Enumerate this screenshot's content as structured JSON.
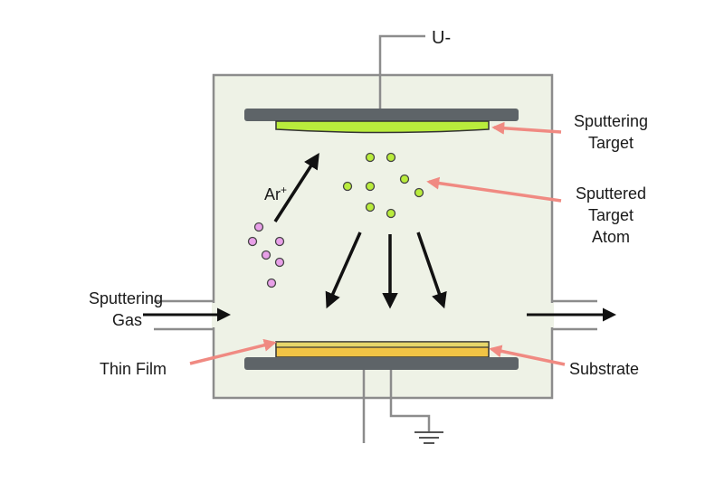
{
  "colors": {
    "chamber_fill": "#eef2e6",
    "chamber_stroke": "#8c8c8c",
    "electrode": "#5e6468",
    "target_fill": "#b9ec3c",
    "substrate_fill": "#f2c445",
    "film_fill": "#e6d66a",
    "atom_fill": "#b9ec3c",
    "ion_fill": "#e8a0e8",
    "pointer": "#f08a82",
    "arrow": "#111111"
  },
  "labels": {
    "voltage": "U-",
    "sputtering_target_line1": "Sputtering",
    "sputtering_target_line2": "Target",
    "sputtered_atom_line1": "Sputtered",
    "sputtered_atom_line2": "Target",
    "sputtered_atom_line3": "Atom",
    "argon_ion": "Ar",
    "argon_charge": "+",
    "sputtering_gas_line1": "Sputtering",
    "sputtering_gas_line2": "Gas",
    "thin_film": "Thin Film",
    "substrate": "Substrate"
  }
}
